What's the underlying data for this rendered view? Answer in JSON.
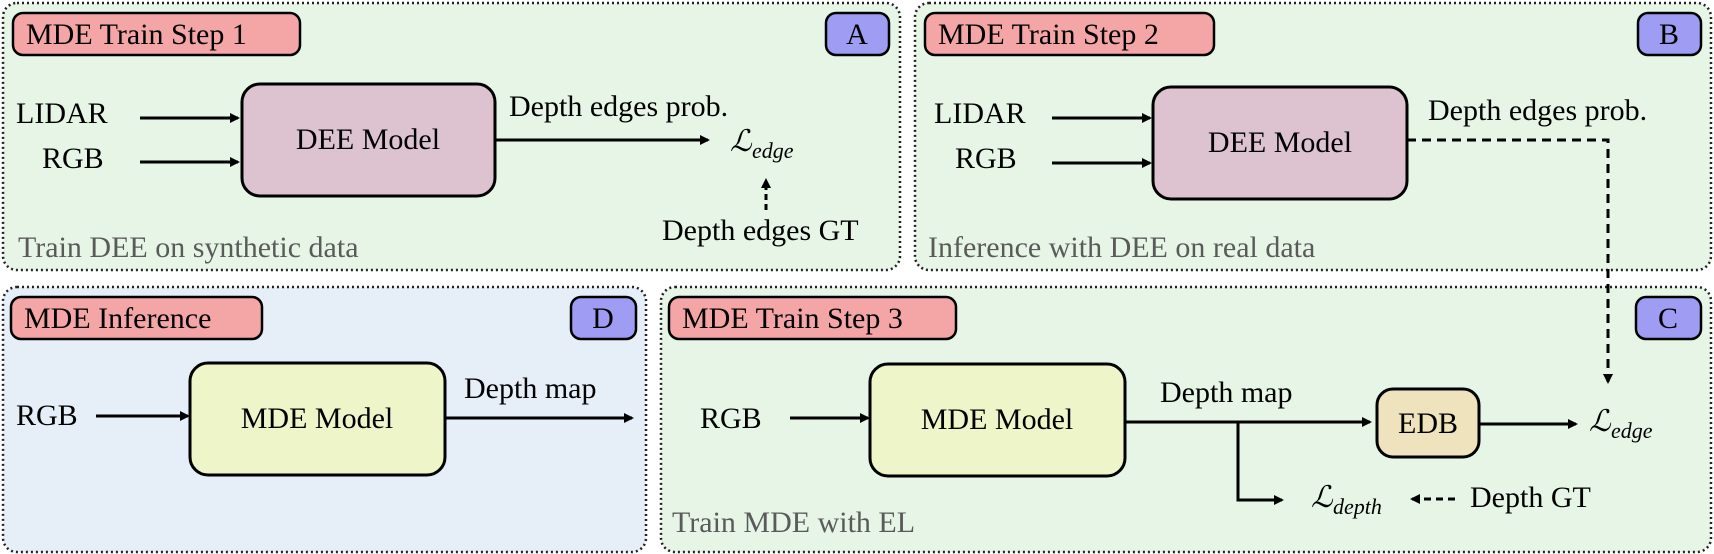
{
  "colors": {
    "panel_green": "#e6f5e6",
    "panel_blue": "#e6eef8",
    "title_red": "#f4a6a6",
    "badge_purple": "#9f9cf4",
    "dee_box": "#dcc3cf",
    "mde_box": "#eef5c8",
    "edb_box": "#efe3bd"
  },
  "panels": {
    "a": {
      "title": "MDE Train Step 1",
      "badge": "A",
      "input_lidar": "LIDAR",
      "input_rgb": "RGB",
      "model": "DEE Model",
      "output_label": "Depth edges prob.",
      "loss_symbol": "ℒ",
      "loss_sub": "edge",
      "gt_label": "Depth edges GT",
      "caption": "Train DEE on synthetic data"
    },
    "b": {
      "title": "MDE Train Step 2",
      "badge": "B",
      "input_lidar": "LIDAR",
      "input_rgb": "RGB",
      "model": "DEE Model",
      "output_label": "Depth edges prob.",
      "caption": "Inference with DEE on real data"
    },
    "c": {
      "title": "MDE Train Step 3",
      "badge": "C",
      "input_rgb": "RGB",
      "model": "MDE Model",
      "output_label": "Depth map",
      "edb": "EDB",
      "loss_edge_symbol": "ℒ",
      "loss_edge_sub": "edge",
      "loss_depth_symbol": "ℒ",
      "loss_depth_sub": "depth",
      "gt_label": "Depth GT",
      "caption": "Train MDE with EL"
    },
    "d": {
      "title": "MDE Inference",
      "badge": "D",
      "input_rgb": "RGB",
      "model": "MDE Model",
      "output_label": "Depth map"
    }
  }
}
